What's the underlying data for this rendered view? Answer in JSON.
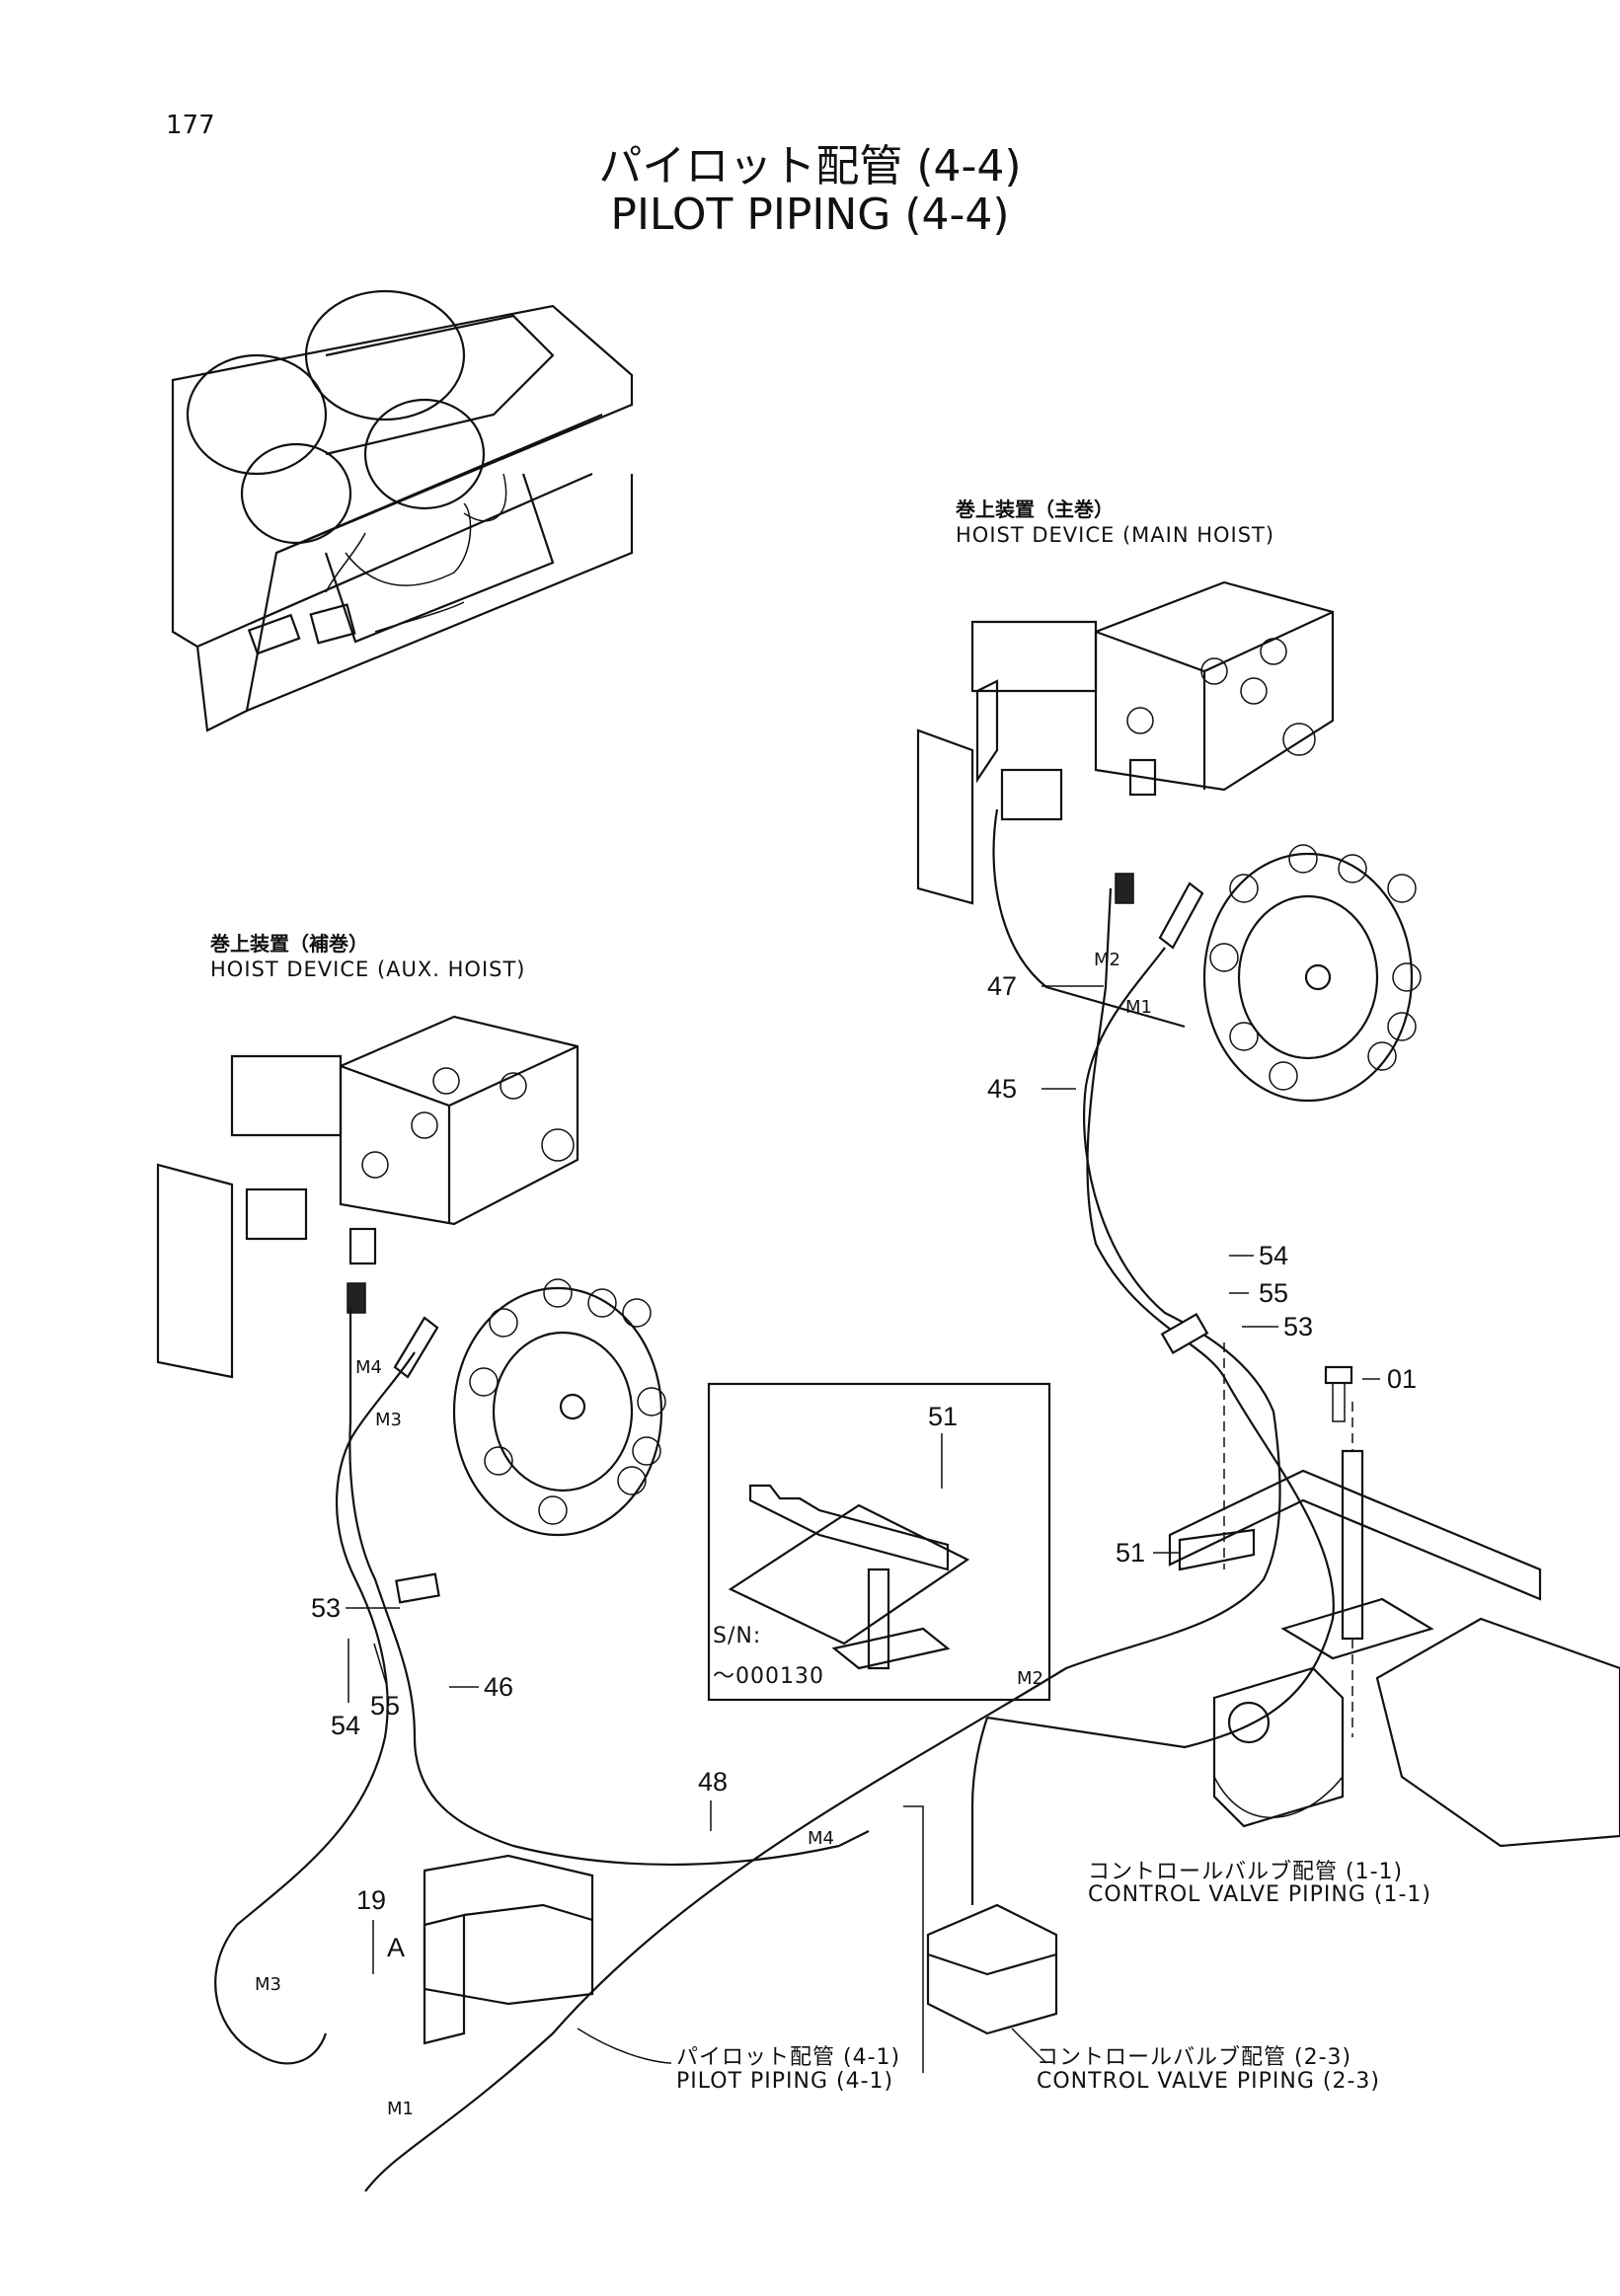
{
  "page": {
    "number": "177",
    "title_jp": "パイロット配管 (4-4)",
    "title_en": "PILOT PIPING (4-4)"
  },
  "captions": {
    "main_hoist_jp": "巻上装置（主巻）",
    "main_hoist_en": "HOIST DEVICE (MAIN HOIST)",
    "aux_hoist_jp": "巻上装置（補巻）",
    "aux_hoist_en": "HOIST DEVICE (AUX. HOIST)",
    "cv_11_jp": "コントロールバルブ配管 (1-1)",
    "cv_11_en": "CONTROL VALVE PIPING (1-1)",
    "cv_23_jp": "コントロールバルブ配管 (2-3)",
    "cv_23_en": "CONTROL VALVE PIPING (2-3)",
    "pilot_41_jp": "パイロット配管 (4-1)",
    "pilot_41_en": "PILOT PIPING (4-1)"
  },
  "inset": {
    "serial_label": "S/N:",
    "serial_value": "～000130",
    "part": "51"
  },
  "parts": {
    "p47": "47",
    "p45": "45",
    "p54a": "54",
    "p55a": "55",
    "p53a": "53",
    "p01": "01",
    "p51": "51",
    "p53b": "53",
    "p46": "46",
    "p54b": "54",
    "p55b": "55",
    "p48": "48",
    "p19": "19",
    "detail_a": "A"
  },
  "ports": {
    "m2_top": "M2",
    "m1_top": "M1",
    "m4_aux": "M4",
    "m3_aux": "M3",
    "m2_mid": "M2",
    "m4_mid": "M4",
    "m3_bot": "M3",
    "m1_bot": "M1"
  }
}
